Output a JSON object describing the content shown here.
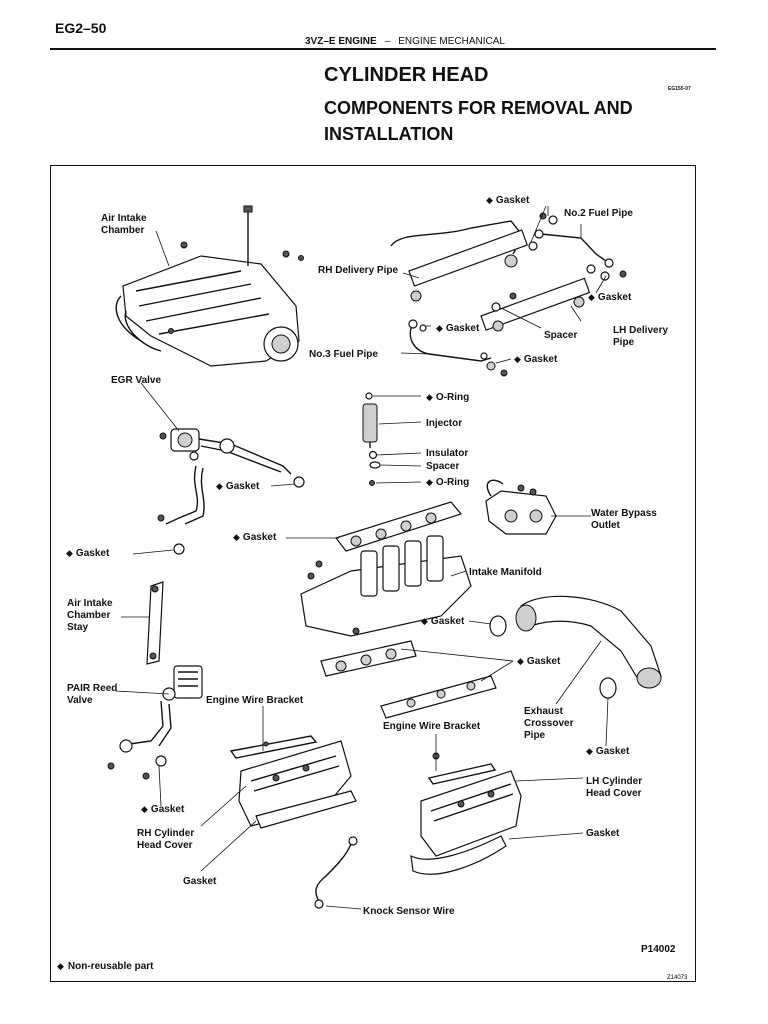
{
  "header": {
    "page_number": "EG2–50",
    "section_bold": "3VZ–E ENGINE",
    "separator": "–",
    "section": "ENGINE MECHANICAL"
  },
  "title": "CYLINDER HEAD",
  "subtitle": "COMPONENTS FOR REMOVAL AND INSTALLATION",
  "doc_code": "EG155-07",
  "labels": {
    "gasket": "Gasket",
    "no2_fuel_pipe": "No.2 Fuel Pipe",
    "air_intake_chamber": [
      "Air Intake",
      "Chamber"
    ],
    "rh_delivery_pipe": "RH Delivery Pipe",
    "spacer": "Spacer",
    "lh_delivery_pipe": [
      "LH Delivery",
      "Pipe"
    ],
    "no3_fuel_pipe": "No.3 Fuel Pipe",
    "egr_valve": "EGR Valve",
    "o_ring": "O-Ring",
    "injector": "Injector",
    "insulator": "Insulator",
    "water_bypass_outlet": [
      "Water Bypass",
      "Outlet"
    ],
    "intake_manifold": "Intake Manifold",
    "air_intake_chamber_stay": [
      "Air Intake",
      "Chamber",
      "Stay"
    ],
    "pair_reed_valve": [
      "PAIR Reed",
      "Valve"
    ],
    "engine_wire_bracket": "Engine Wire Bracket",
    "exhaust_crossover_pipe": [
      "Exhaust",
      "Crossover",
      "Pipe"
    ],
    "lh_cylinder_head_cover": [
      "LH Cylinder",
      "Head Cover"
    ],
    "rh_cylinder_head_cover": [
      "RH Cylinder",
      "Head Cover"
    ],
    "knock_sensor_wire": "Knock Sensor Wire"
  },
  "figure_code": "P14002",
  "legend": {
    "symbol": "◆",
    "text": "Non-reusable part"
  },
  "bottom_code": "Z14073"
}
